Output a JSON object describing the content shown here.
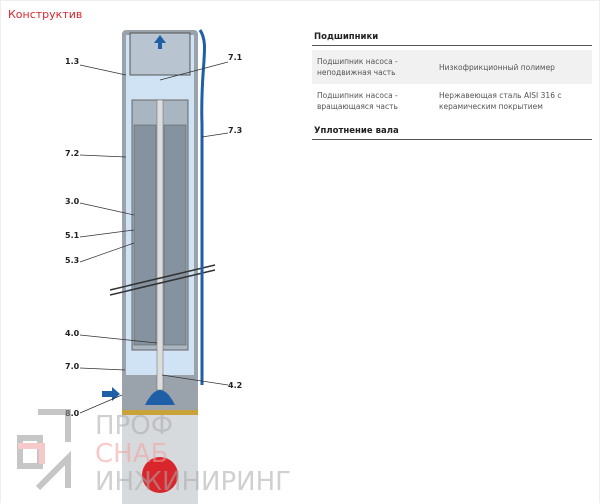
{
  "section_title": "Конструктив",
  "labels_left": [
    "1.3",
    "7.2",
    "3.0",
    "5.1",
    "5.3",
    "4.0",
    "7.0",
    "8.0"
  ],
  "labels_right": [
    "7.1",
    "7.3",
    "4.2"
  ],
  "specs": {
    "bearings_title": "Подшипники",
    "rows": [
      {
        "key": "Подшипник насоса - неподвижная часть",
        "value": "Низкофрикционный полимер"
      },
      {
        "key": "Подшипник насоса - вращающаяся часть",
        "value": "Нержавеющая сталь AISI 316 с керамическим покрытием"
      }
    ],
    "seal_title": "Уплотнение вала"
  },
  "watermark": {
    "line1": "ПРОФ",
    "line2": "СНАБ",
    "line3": "ИНЖИНИРИНГ"
  },
  "colors": {
    "accent": "#d9262c",
    "water": "#cfe3f5",
    "blue": "#1e5fa8"
  }
}
